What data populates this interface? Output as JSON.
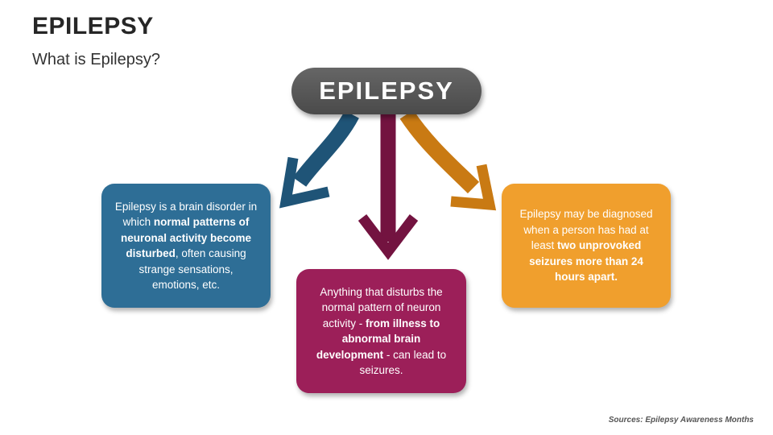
{
  "slide": {
    "title": "EPILEPSY",
    "subtitle": "What is Epilepsy?",
    "center_label": "EPILEPSY",
    "source": "Sources: Epilepsy Awareness Months"
  },
  "boxes": {
    "left": {
      "t1": "Epilepsy is a brain disorder in which ",
      "b1": "normal patterns of neuronal activity become disturbed",
      "t2": ", often causing strange sensations, emotions, etc."
    },
    "middle": {
      "t1": "Anything that disturbs the normal pattern of neuron activity - ",
      "b1": "from illness to abnormal brain development",
      "t2": " - can lead to seizures."
    },
    "right": {
      "t1": "Epilepsy may be diagnosed when a person has had at least ",
      "b1": "two unprovoked seizures more than 24 hours apart."
    }
  },
  "colors": {
    "center": "#555555",
    "left": "#2e6e96",
    "middle": "#9c1f59",
    "right": "#f09f2d",
    "arrow_left": "#1f5477",
    "arrow_middle": "#731340",
    "arrow_right": "#c97a13"
  }
}
